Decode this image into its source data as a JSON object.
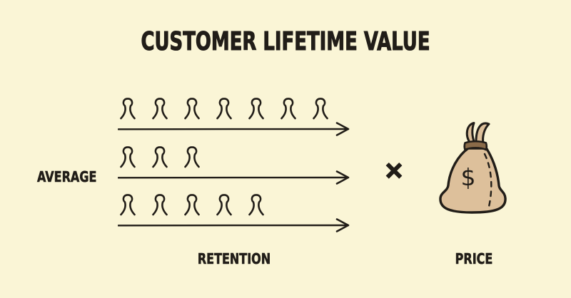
{
  "colors": {
    "background": "#faf5d6",
    "ink": "#211d18",
    "bag_fill": "#ddc09b",
    "knot_fill": "#8a6b49"
  },
  "title": "CUSTOMER LIFETIME VALUE",
  "average_label": "AVERAGE",
  "multiply_symbol": "×",
  "retention": {
    "label": "RETENTION",
    "rows": [
      {
        "people": 7
      },
      {
        "people": 3
      },
      {
        "people": 5
      }
    ]
  },
  "price": {
    "label": "PRICE",
    "currency_symbol": "$"
  }
}
